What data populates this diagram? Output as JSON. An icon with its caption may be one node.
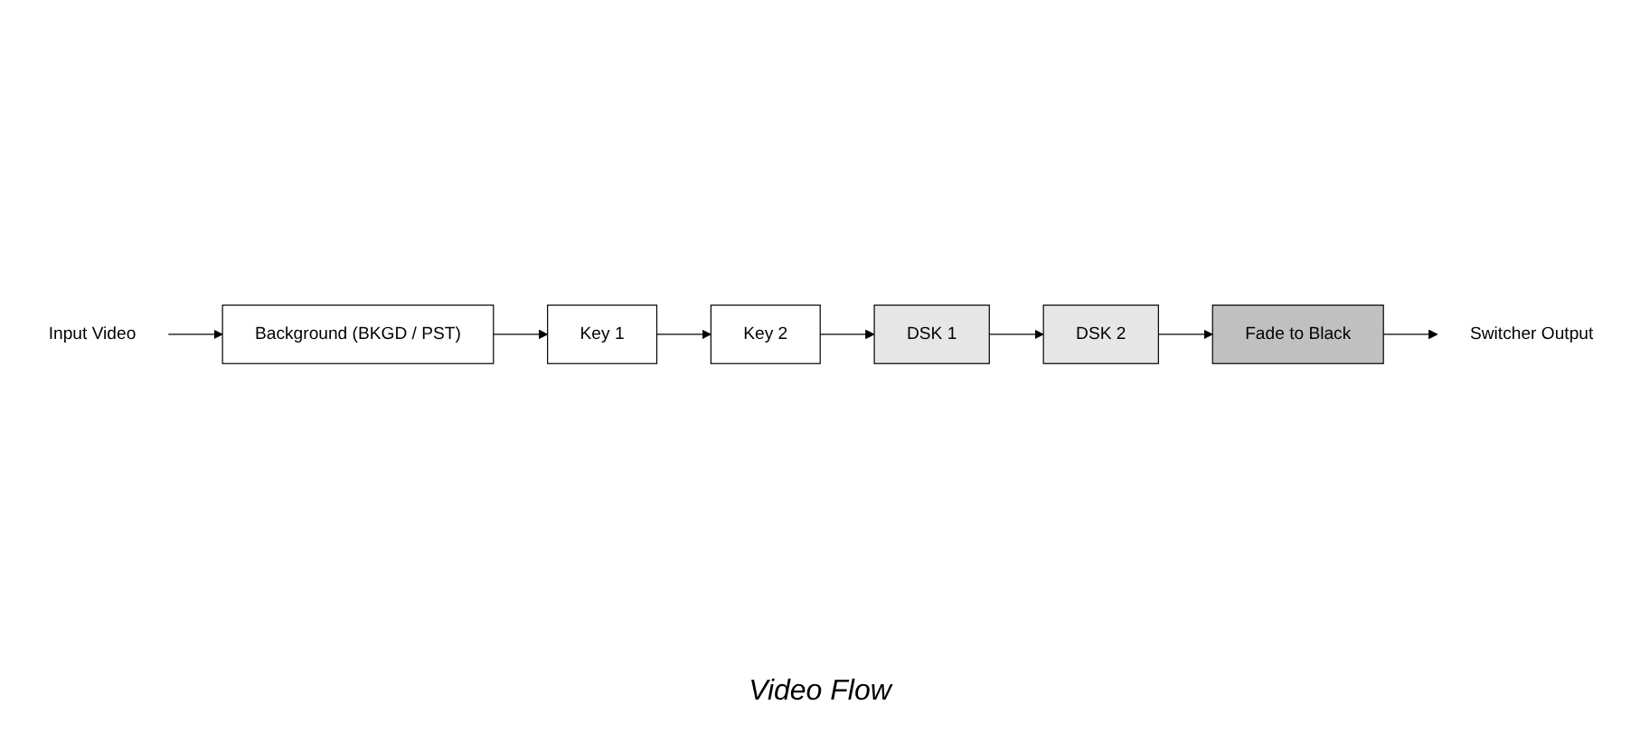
{
  "diagram": {
    "caption": "Video Flow",
    "nodes": [
      {
        "text": [
          "Input Video"
        ]
      },
      {
        "text": [
          "Background (BKGD / PST)"
        ]
      },
      {
        "text": [
          "Key 1"
        ]
      },
      {
        "text": [
          "Key 2"
        ]
      },
      {
        "text": [
          "DSK 1"
        ]
      },
      {
        "text": [
          "DSK 2"
        ]
      },
      {
        "text": [
          "Fade to Black"
        ]
      },
      {
        "text": [
          "Switcher Output"
        ]
      }
    ],
    "edges": [
      {
        "from": 0,
        "to": 1,
        "arrow": "to"
      },
      {
        "from": 1,
        "to": 2,
        "arrow": "to"
      },
      {
        "from": 2,
        "to": 3,
        "arrow": "to"
      },
      {
        "from": 3,
        "to": 4,
        "arrow": "to"
      },
      {
        "from": 4,
        "to": 5,
        "arrow": "to"
      },
      {
        "from": 5,
        "to": 6,
        "arrow": "to"
      },
      {
        "from": 6,
        "to": 7,
        "arrow": "to"
      }
    ]
  }
}
